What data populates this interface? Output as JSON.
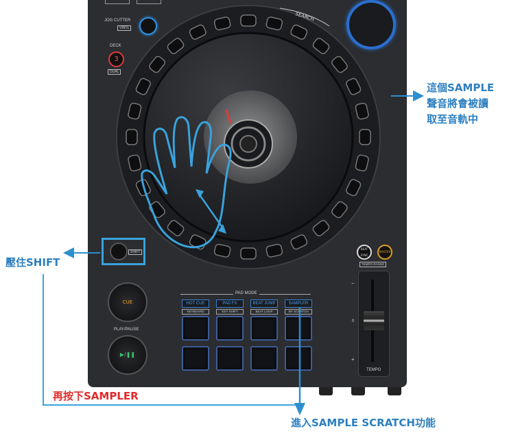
{
  "controller": {
    "jog_cutter_label": "JOG CUTTER",
    "vinyl_label": "VINYL",
    "deck_label": "DECK",
    "deck_number": "3",
    "dual_label": "DUAL",
    "search_label": "SEARCH",
    "shift_label": "SHIFT",
    "cue_label": "CUE",
    "play_pause_label": "PLAY/PAUSE",
    "pad_mode_label": "PAD MODE",
    "pad_modes": [
      {
        "label": "HOT CUE",
        "sub": "KEYBOARD"
      },
      {
        "label": "PAD FX",
        "sub": "KEY SHIFT"
      },
      {
        "label": "BEAT JUMP",
        "sub": "BEAT LOOP"
      },
      {
        "label": "SAMPLER",
        "sub": "SP. SCRATCH"
      }
    ],
    "beat_sync_label": "BEAT SYNC",
    "master_label": "MASTER",
    "tempo_range_label": "TEMPO RANGE",
    "tempo_label": "TEMPO",
    "tempo_minus": "−",
    "tempo_zero": "0",
    "tempo_plus": "+"
  },
  "annotations": {
    "right_note": [
      "這個SAMPLE",
      "聲音將會被讀",
      "取至音軌中"
    ],
    "shift_note": "壓住SHIFT",
    "sampler_note": "再按下SAMPLER",
    "result_note": "進入SAMPLE SCRATCH功能"
  },
  "colors": {
    "annotation_blue": "#2c7fc0",
    "annotation_red": "#e02a2a",
    "hand_outline": "#3aa3dc"
  }
}
